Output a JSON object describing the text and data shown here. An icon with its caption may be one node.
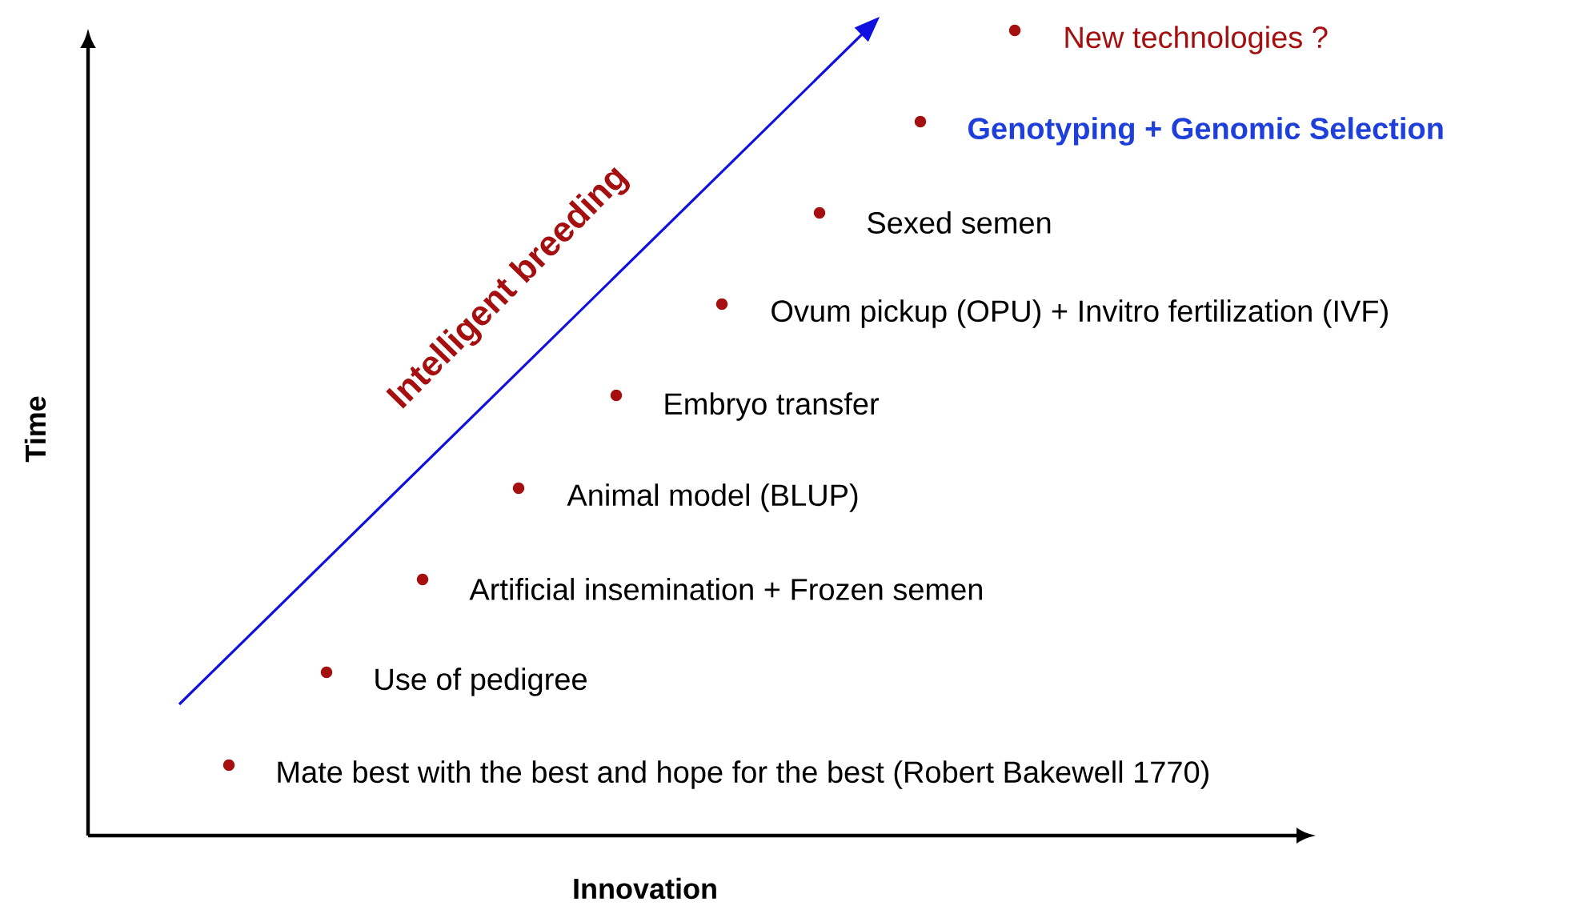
{
  "diagram": {
    "labels": [
      "New technologies ?",
      "Genotyping + Genomic Selection",
      "Sexed semen",
      "Ovum pickup (OPU) + Invitro fertilization (IVF)",
      "Embryo transfer",
      "Animal model (BLUP)",
      "Artificial insemination + Frozen semen",
      "Use of pedigree",
      "Mate best with the best and hope for the best (Robert Bakewell 1770)",
      "Intelligent breeding",
      "Time",
      "Innovation"
    ]
  }
}
